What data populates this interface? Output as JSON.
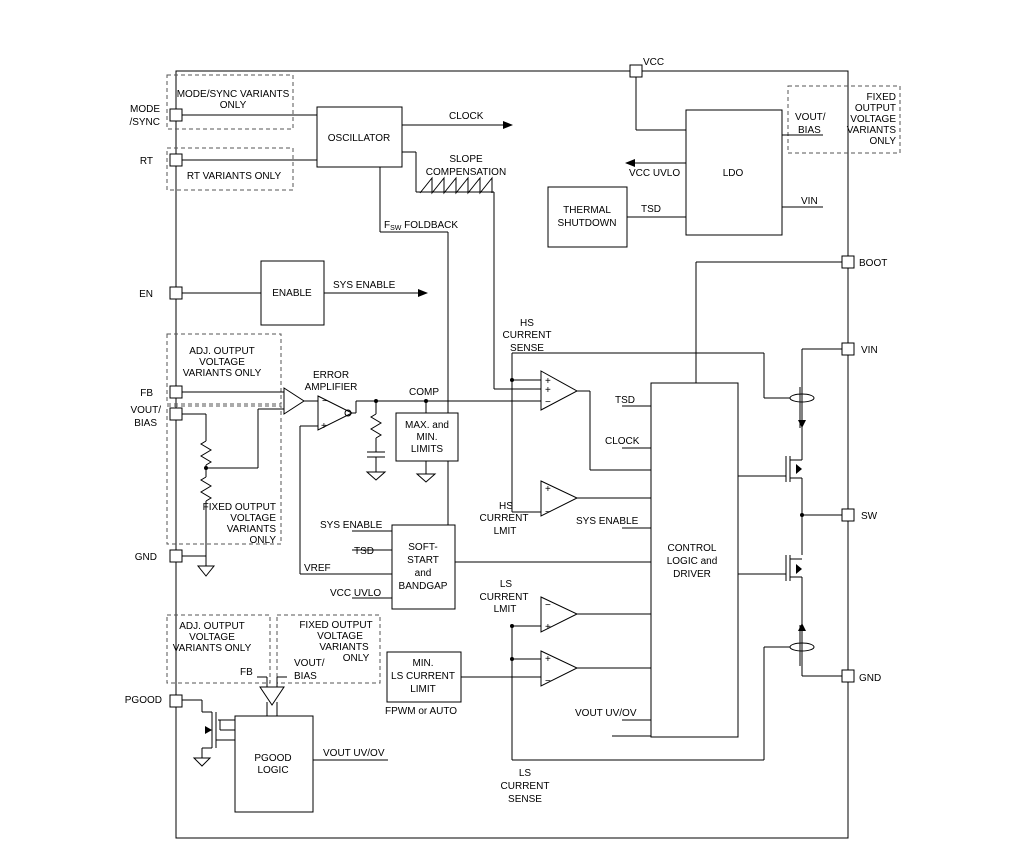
{
  "pins": {
    "vcc": "VCC",
    "mode_sync_1": "MODE",
    "mode_sync_2": "/SYNC",
    "rt": "RT",
    "en": "EN",
    "fb": "FB",
    "vout_bias_1": "VOUT/",
    "vout_bias_2": "BIAS",
    "gnd_left": "GND",
    "pgood": "PGOOD",
    "boot": "BOOT",
    "vin": "VIN",
    "sw": "SW",
    "gnd_right": "GND"
  },
  "notes": {
    "mode_sync_only": [
      "MODE/SYNC VARIANTS",
      "ONLY"
    ],
    "rt_only": "RT VARIANTS ONLY",
    "adj_fb": [
      "ADJ. OUTPUT",
      "VOLTAGE",
      "VARIANTS ONLY"
    ],
    "fixed_fb": [
      "FIXED OUTPUT",
      "VOLTAGE",
      "VARIANTS",
      "ONLY"
    ],
    "adj_pgood": [
      "ADJ. OUTPUT",
      "VOLTAGE",
      "VARIANTS ONLY"
    ],
    "fixed_pgood": [
      "FIXED OUTPUT",
      "VOLTAGE",
      "VARIANTS",
      "ONLY"
    ],
    "fixed_ldo": [
      "FIXED",
      "OUTPUT",
      "VOLTAGE",
      "VARIANTS",
      "ONLY"
    ]
  },
  "blocks": {
    "oscillator": "OSCILLATOR",
    "ldo": "LDO",
    "thermal": [
      "THERMAL",
      "SHUTDOWN"
    ],
    "enable": "ENABLE",
    "limits": [
      "MAX. and",
      "MIN.",
      "LIMITS"
    ],
    "softstart": [
      "SOFT-",
      "START",
      "and",
      "BANDGAP"
    ],
    "control": [
      "CONTROL",
      "LOGIC and",
      "DRIVER"
    ],
    "min_ls": [
      "MIN.",
      "LS CURRENT",
      "LIMIT"
    ],
    "pgood_logic": [
      "PGOOD",
      "LOGIC"
    ]
  },
  "signals": {
    "clock_out": "CLOCK",
    "slope_comp": [
      "SLOPE",
      "COMPENSATION"
    ],
    "fsw_fsw": "F",
    "fsw_sub": "SW",
    "fsw_foldback": " FOLDBACK",
    "vcc_uvlo_ldo": "VCC UVLO",
    "tsd_ldo": "TSD",
    "vin_ldo": "VIN",
    "vout_bias_ldo": [
      "VOUT/",
      "BIAS"
    ],
    "sys_enable_en": "SYS ENABLE",
    "hs_current_sense": [
      "HS",
      "CURRENT",
      "SENSE"
    ],
    "error_amplifier": [
      "ERROR",
      "AMPLIFIER"
    ],
    "comp": "COMP",
    "tsd_ctrl": "TSD",
    "clock_ctrl": "CLOCK",
    "hs_current_limit": [
      "HS",
      "CURRENT",
      "LMIT"
    ],
    "sys_enable_ctrl": "SYS ENABLE",
    "sys_enable_ss": "SYS ENABLE",
    "tsd_ss": "TSD",
    "vref": "VREF",
    "vcc_uvlo_ss": "VCC UVLO",
    "ls_current_limit": [
      "LS",
      "CURRENT",
      "LMIT"
    ],
    "fpwm_auto": "FPWM or AUTO",
    "vout_uvov_ctrl": "VOUT UV/OV",
    "vout_uvov_pgood": "VOUT UV/OV",
    "fb_pgood": "FB",
    "vout_bias_pgood": [
      "VOUT/",
      "BIAS"
    ],
    "ls_current_sense": [
      "LS",
      "CURRENT",
      "SENSE"
    ]
  }
}
